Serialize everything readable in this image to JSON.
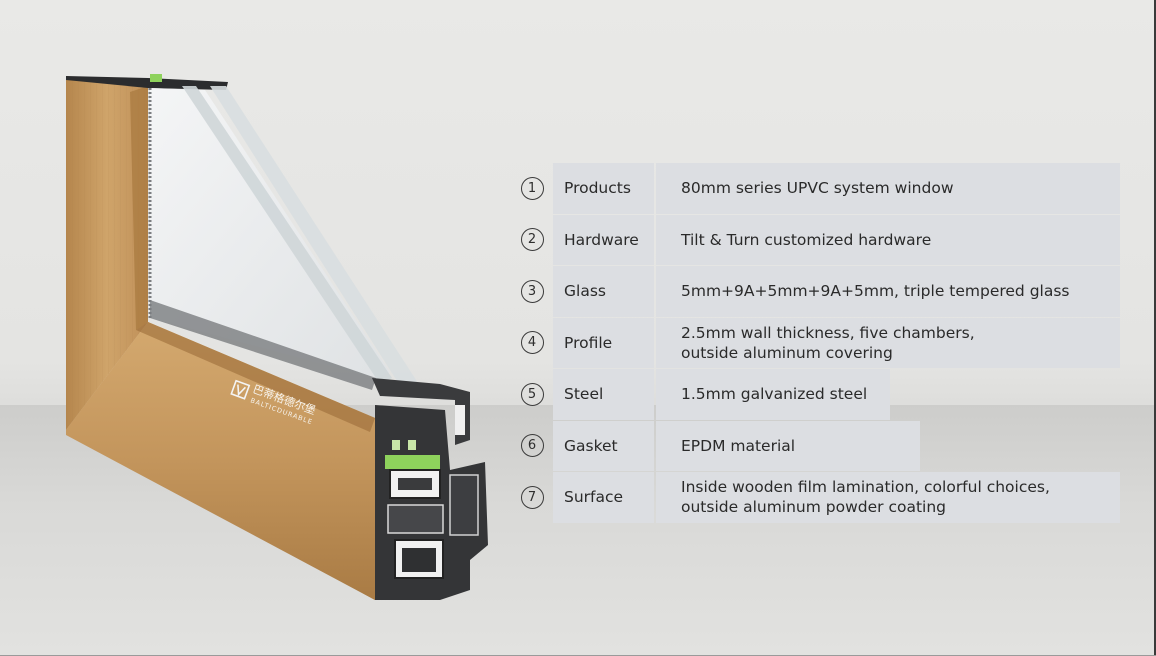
{
  "brand": {
    "name_cn": "巴蒂格德尔堡",
    "name_en": "BALTICDURABLE"
  },
  "specs": [
    {
      "num": "1",
      "label": "Products",
      "value": "80mm series UPVC system window"
    },
    {
      "num": "2",
      "label": "Hardware",
      "value": "Tilt & Turn customized hardware"
    },
    {
      "num": "3",
      "label": "Glass",
      "value": "5mm+9A+5mm+9A+5mm, triple tempered glass"
    },
    {
      "num": "4",
      "label": "Profile",
      "value": "2.5mm wall thickness, five chambers,\noutside aluminum covering"
    },
    {
      "num": "5",
      "label": "Steel",
      "value": "1.5mm galvanized steel"
    },
    {
      "num": "6",
      "label": "Gasket",
      "value": "EPDM material"
    },
    {
      "num": "7",
      "label": "Surface",
      "value": "Inside wooden film lamination, colorful choices,\noutside aluminum powder coating"
    }
  ],
  "colors": {
    "wood": "#c79a5e",
    "wood_dark": "#a87a45",
    "profile": "#3a3b3d",
    "gasket": "#7fd14f",
    "table_bg": "#dcdee2"
  }
}
